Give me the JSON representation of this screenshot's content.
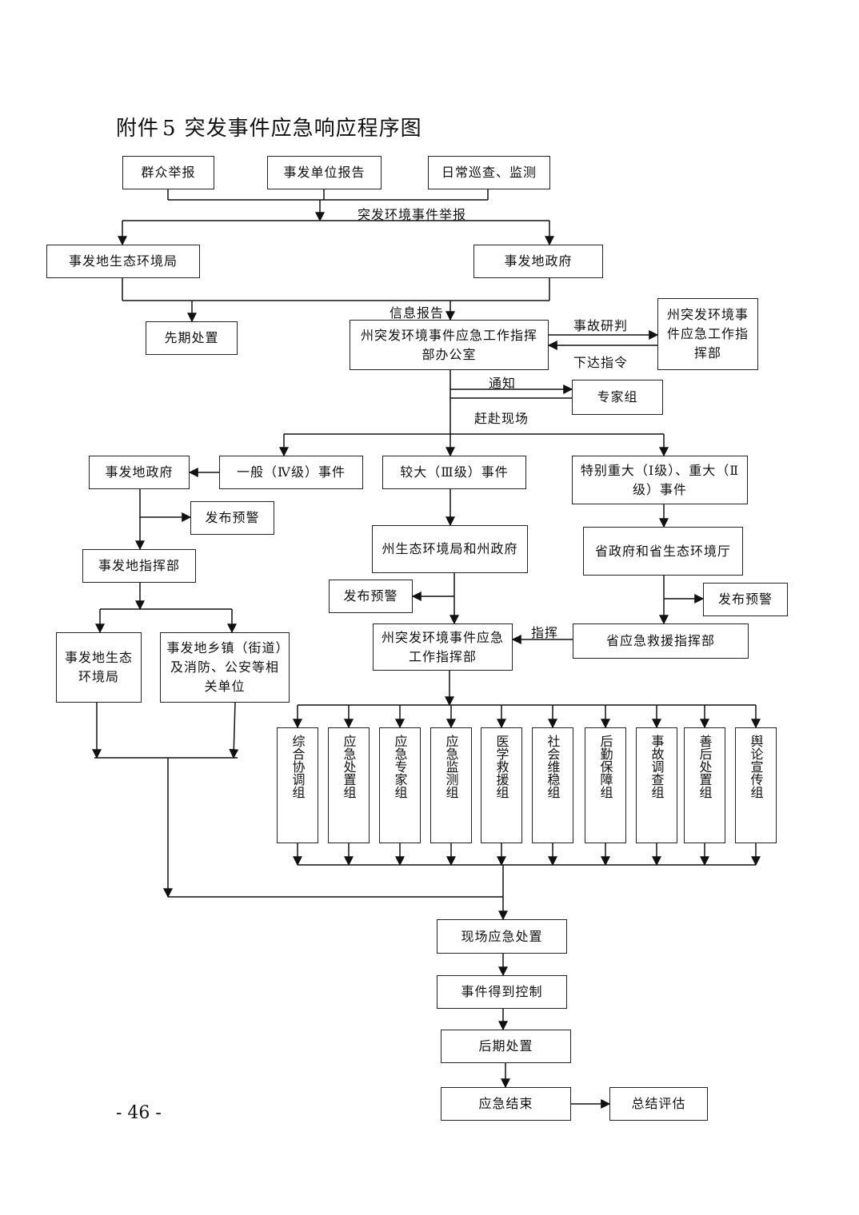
{
  "title": {
    "prefix": "附件",
    "number": "5",
    "text": "突发事件应急响应程序图"
  },
  "page_number": "- 46 -",
  "nodes": {
    "report_public": "群众举报",
    "report_unit": "事发单位报告",
    "patrol": "日常巡查、监测",
    "local_eco_bureau": "事发地生态环境局",
    "local_gov": "事发地政府",
    "initial_response": "先期处置",
    "office": "州突发环境事件应急工作指挥部办公室",
    "state_hq": "州突发环境事件应急工作指挥部",
    "expert_group": "专家组",
    "general_event": "一般（Ⅳ级）事件",
    "larger_event": "较大（Ⅲ级）事件",
    "major_event": "特别重大（Ⅰ级）、重大（Ⅱ级）事件",
    "local_gov_2": "事发地政府",
    "warning_1": "发布预警",
    "local_command": "事发地指挥部",
    "state_eco_gov": "州生态环境局和州政府",
    "province_gov": "省政府和省生态环境厅",
    "warning_2": "发布预警",
    "warning_3": "发布预警",
    "state_response_hq": "州突发环境事件应急工作指挥部",
    "province_rescue_hq": "省应急救援指挥部",
    "local_eco_bureau_2": "事发地生态环境局",
    "local_towns": "事发地乡镇（街道）及消防、公安等相关单位",
    "onsite": "现场应急处置",
    "controlled": "事件得到控制",
    "aftermath": "后期处置",
    "end": "应急结束",
    "evaluation": "总结评估"
  },
  "groups": [
    "综合协调组",
    "应急处置组",
    "应急专家组",
    "应急监测组",
    "医学救援组",
    "社会维稳组",
    "后勤保障组",
    "事故调查组",
    "善后处置组",
    "舆论宣传组"
  ],
  "labels": {
    "event_report": "突发环境事件举报",
    "info_report": "信息报告",
    "study": "事故研判",
    "order": "下达指令",
    "notify": "通知",
    "go_scene": "赶赴现场",
    "command": "指挥"
  }
}
